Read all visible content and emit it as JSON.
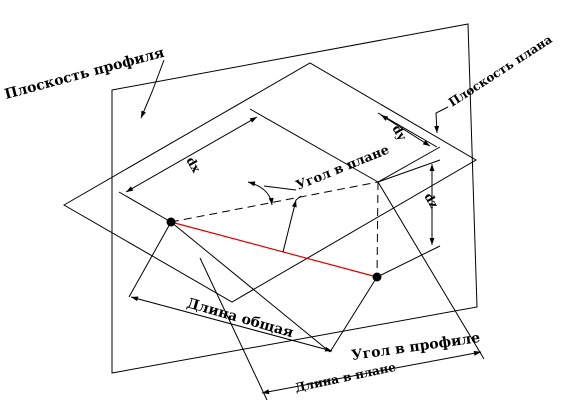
{
  "labels": {
    "profile_plane": "Плоскость профиля",
    "plan_plane": "Плоскость плана",
    "angle_in_plan": "Угол в плане",
    "angle_in_profile": "Угол в профиле",
    "total_length": "Длина общая",
    "length_in_plan": "Длина в плане",
    "dx": "dx",
    "dy": "dy",
    "dz": "dz"
  },
  "colors": {
    "lines": "#000000",
    "segment": "#e00000"
  }
}
